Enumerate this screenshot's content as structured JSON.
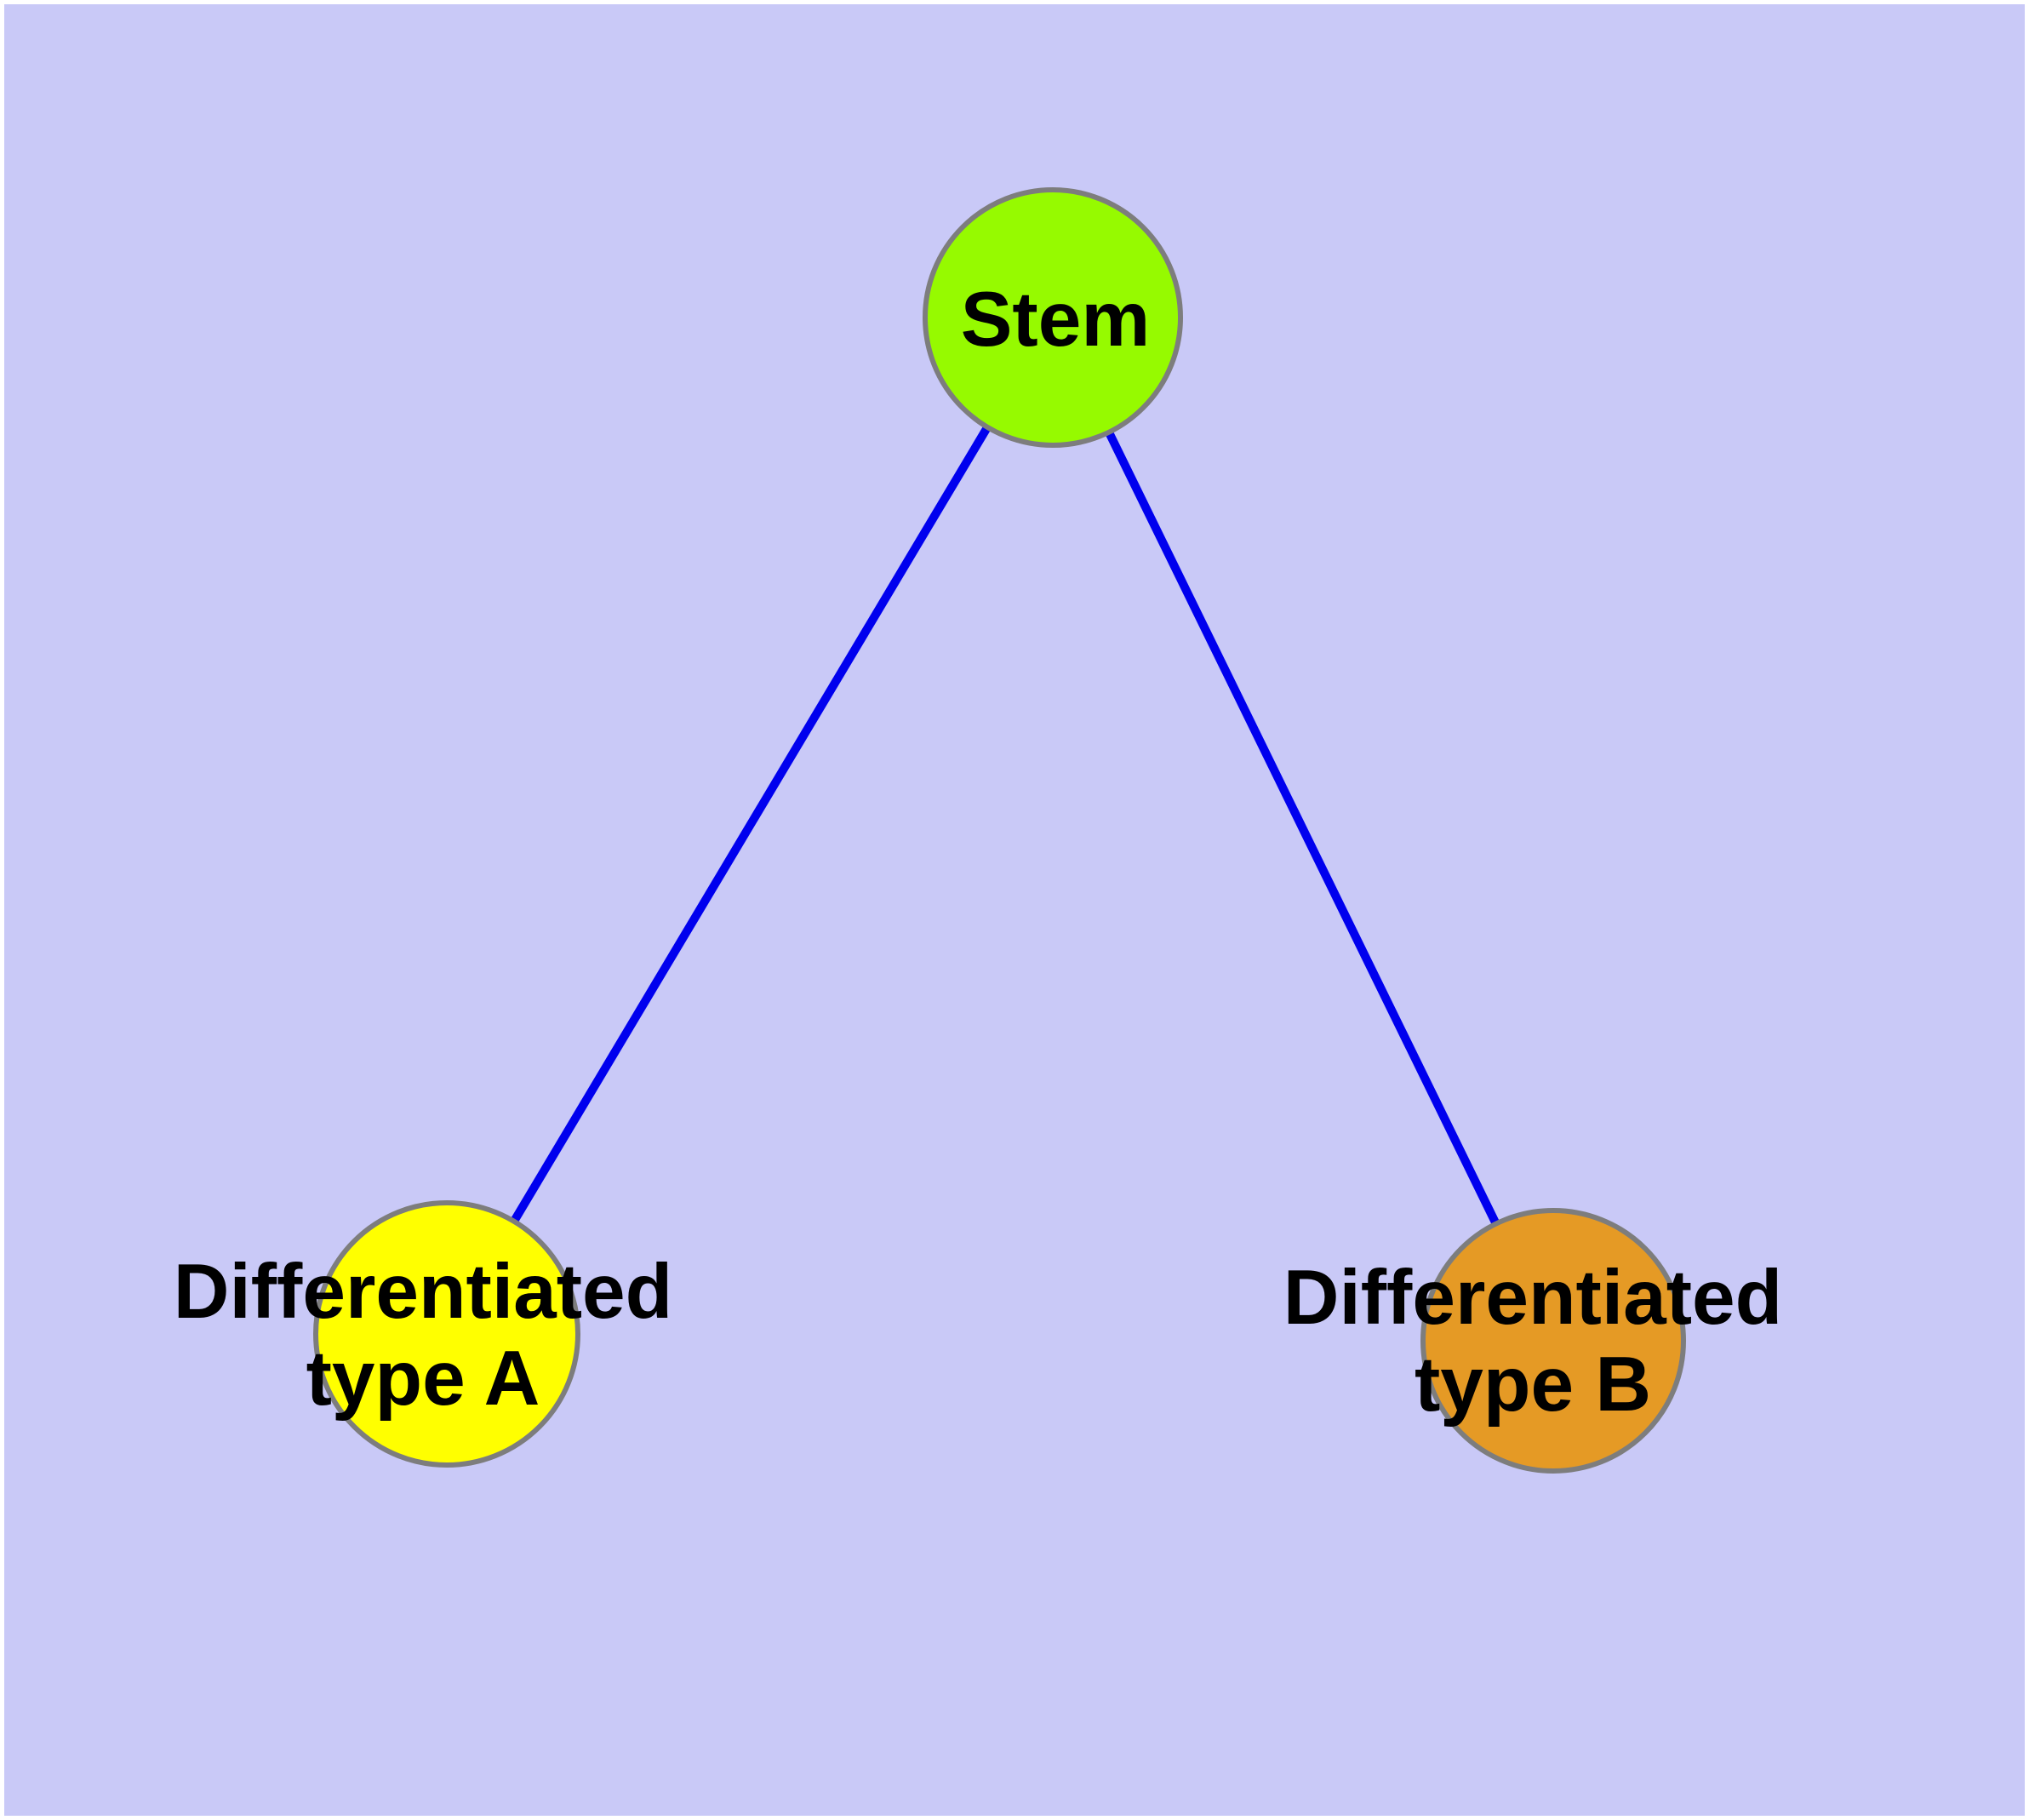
{
  "diagram": {
    "type": "node-link-graph",
    "description": "Stem cell differentiation graph with one root node and two differentiated type nodes",
    "colors": {
      "canvas_background": "#c9c9f7",
      "page_margin": "#ffffff",
      "edge": "#0000ee",
      "node_border": "#7d7d7d",
      "label_text": "#000000"
    },
    "nodes": [
      {
        "id": "stem",
        "label": "Stem",
        "label_line1": "Stem",
        "label_line2": "",
        "fill": "#96fa00"
      },
      {
        "id": "type-a",
        "label": "Differentiated type A",
        "label_line1": "Differentiated",
        "label_line2": "type A",
        "fill": "#ffff00"
      },
      {
        "id": "type-b",
        "label": "Differentiated type B",
        "label_line1": "Differentiated",
        "label_line2": "type B",
        "fill": "#e59a25"
      }
    ],
    "edges": [
      {
        "from": "Stem",
        "to": "Differentiated type A"
      },
      {
        "from": "Stem",
        "to": "Differentiated type B"
      }
    ]
  }
}
